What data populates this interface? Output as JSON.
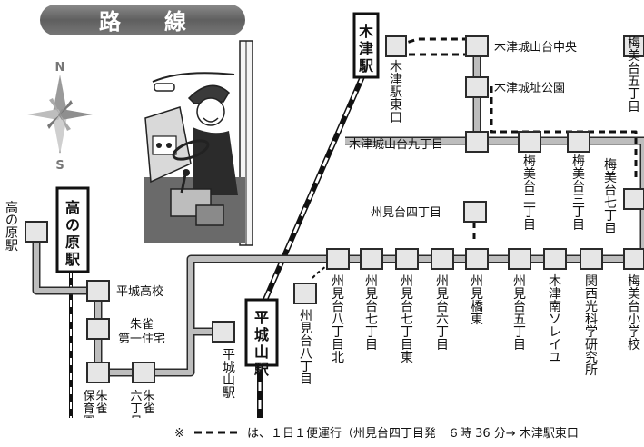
{
  "header": {
    "title": "路　　線"
  },
  "compass": {
    "north": "N",
    "south": "S"
  },
  "stations": {
    "kotsu": "木津駅",
    "takanohara": "高の原駅",
    "heijoyama": "平城山駅"
  },
  "stops": {
    "kotsu_east": "木津駅東口",
    "shiroyama_chuo": "木津城山台中央",
    "shiroato_park": "木津城址公園",
    "umemi_5": "梅美台五丁目",
    "kyujo": "木津城山台九丁目",
    "umemi_2": "梅美台二丁目",
    "umemi_3": "梅美台三丁目",
    "umemi_7": "梅美台七丁目",
    "shumi_4": "州見台四丁目",
    "takanohara_stop": "高の原駅",
    "heijo_hs": "平城高校",
    "suzaku_1": "朱雀第一住宅",
    "suzaku_hoikuen": "朱雀保育園",
    "suzaku_6": "朱雀六丁目",
    "heijoyama_stop": "平城山駅",
    "shumi_8": "州見台八丁目",
    "shumi_8n": "州見台八丁目北",
    "shumi_7": "州見台七丁目",
    "shumi_7e": "州見台七丁目東",
    "shumi_6": "州見台六丁目",
    "shumi_bashi_e": "州見橋東",
    "shumi_5": "州見台五丁目",
    "kotsu_minami": "木津南ソレイユ",
    "kansai_lab": "関西光科学研究所",
    "umemi_elem": "梅美台小学校"
  },
  "footnote": {
    "mark": "※",
    "text": "は、１日１便運行（州見台四丁目発　６時 36 分→ 木津駅東口"
  },
  "colors": {
    "route": "#bdbdbd",
    "route_edge": "#2b2b2b",
    "stop_fill": "#e6e6e6",
    "header": "#666666",
    "railway": "#111111"
  }
}
